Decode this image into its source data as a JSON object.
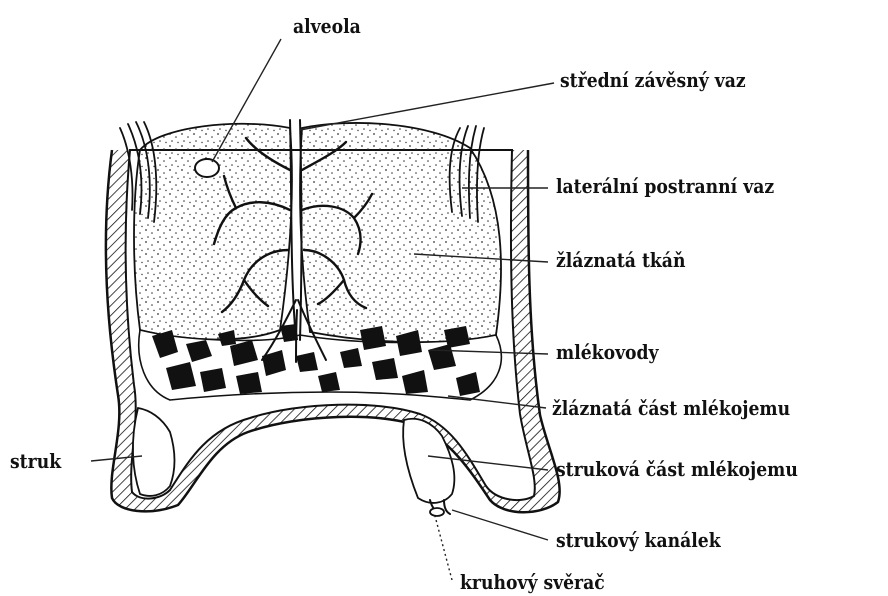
{
  "labels": {
    "alveola": "alveola",
    "stredni_zavesny_vaz": "střední závěsný vaz",
    "lateralni_postranni_vaz": "laterální postranní vaz",
    "zlaznata_tkan": "žláznatá tkáň",
    "mlekovody": "mlékovody",
    "zlaznata_cast_mlekojemu": "žláznatá část mlékojemu",
    "struk": "struk",
    "strukova_cast_mlekojemu": "struková část mlékojemu",
    "strukovy_kanalek": "strukový kanálek",
    "kruhovy_sverac": "kruhový svěrač"
  }
}
